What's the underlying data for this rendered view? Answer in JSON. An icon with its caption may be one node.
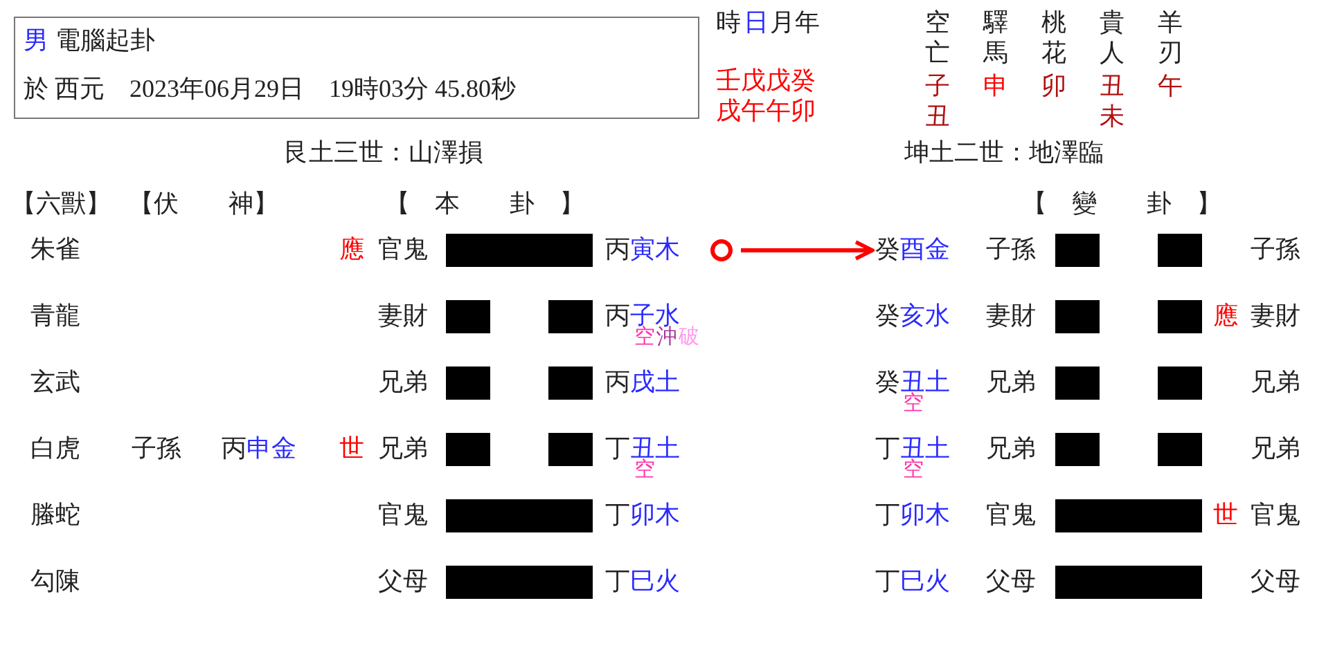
{
  "diagram": {
    "nodes": [
      {
        "text": [
          "男",
          "電腦起卦",
          "於 西元　2023年06月29日　19時03分 45.80秒"
        ]
      },
      {
        "text": [],
        "shape": "circle"
      },
      {
        "text": [
          "癸",
          "酉金"
        ]
      }
    ],
    "edges": [
      {
        "from": 1,
        "to": 2,
        "arrow": "to",
        "color": "#ff0000"
      }
    ],
    "labels": [
      "時",
      "日",
      "月年",
      "空亡",
      "驛馬",
      "桃花",
      "貴人",
      "羊刃",
      "壬戊戊癸",
      "戌午午卯",
      "子丑",
      "申",
      "卯",
      "丑未",
      "午",
      "艮土三世：山澤損",
      "坤土二世：地澤臨",
      "【六獸】",
      "【伏　　神】",
      "【　本　　卦　】",
      "【　變　　卦　】",
      "朱雀",
      "應",
      "官鬼",
      "丙",
      "寅木",
      "子孫",
      "子孫",
      "青龍",
      "妻財",
      "丙",
      "子水",
      "空",
      "沖",
      "破",
      "癸",
      "亥水",
      "妻財",
      "應",
      "妻財",
      "玄武",
      "兄弟",
      "丙",
      "戌土",
      "癸",
      "丑土",
      "空",
      "兄弟",
      "兄弟",
      "白虎",
      "子孫",
      "丙",
      "申金",
      "世",
      "兄弟",
      "丁",
      "丑土",
      "空",
      "丁",
      "丑土",
      "空",
      "兄弟",
      "兄弟",
      "螣蛇",
      "官鬼",
      "丁",
      "卯木",
      "丁",
      "卯木",
      "官鬼",
      "世",
      "官鬼",
      "勾陳",
      "父母",
      "丁",
      "巳火",
      "丁",
      "巳火",
      "父母",
      "父母"
    ]
  }
}
